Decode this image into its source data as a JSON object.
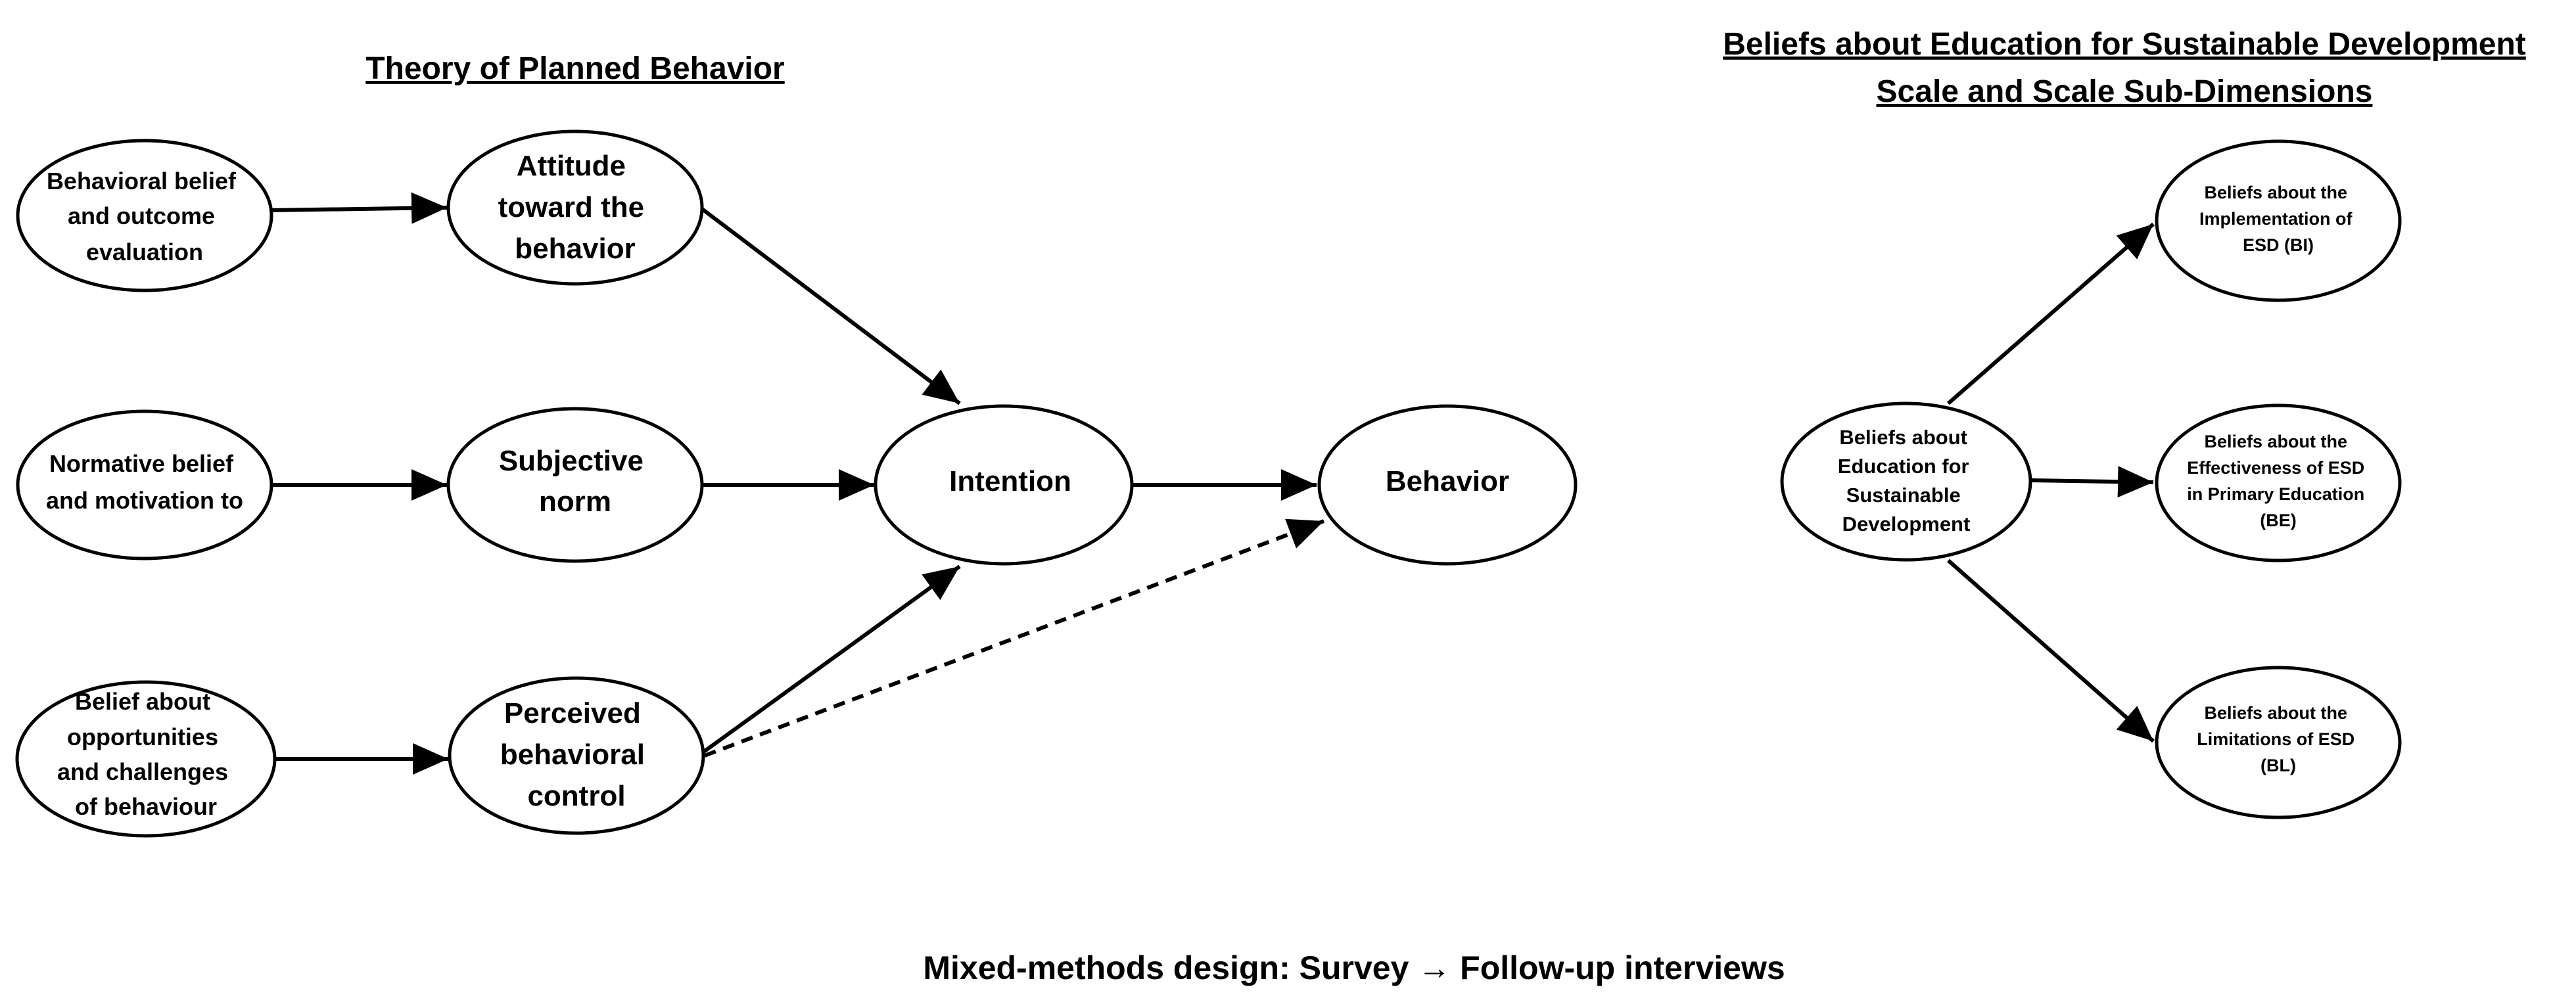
{
  "titles": {
    "left": "Theory of Planned Behavior",
    "right_line1": "Beliefs about Education for Sustainable Development",
    "right_line2": "Scale and Scale Sub-Dimensions"
  },
  "nodes": {
    "behavioral_belief": [
      "Behavioral belief",
      "and outcome",
      "evaluation"
    ],
    "normative_belief": [
      "Normative belief",
      "and motivation to"
    ],
    "control_belief": [
      "Belief about",
      "opportunities",
      "and challenges",
      "of behaviour"
    ],
    "attitude": [
      "Attitude",
      "toward the",
      "behavior"
    ],
    "subjective_norm": [
      "Subjective",
      "norm"
    ],
    "perceived_control": [
      "Perceived",
      "behavioral",
      "control"
    ],
    "intention": [
      "Intention"
    ],
    "behavior": [
      "Behavior"
    ],
    "besd": [
      "Beliefs about",
      "Education for",
      "Sustainable",
      "Development"
    ],
    "bi": [
      "Beliefs about the",
      "Implementation of",
      "ESD (BI)"
    ],
    "be": [
      "Beliefs about the",
      "Effectiveness of ESD",
      "in Primary Education",
      "(BE)"
    ],
    "bl": [
      "Beliefs about the",
      "Limitations of ESD",
      "(BL)"
    ]
  },
  "caption": "Mixed-methods design: Survey → Follow-up interviews",
  "colors": {
    "stroke": "#000000",
    "fill": "#ffffff"
  }
}
